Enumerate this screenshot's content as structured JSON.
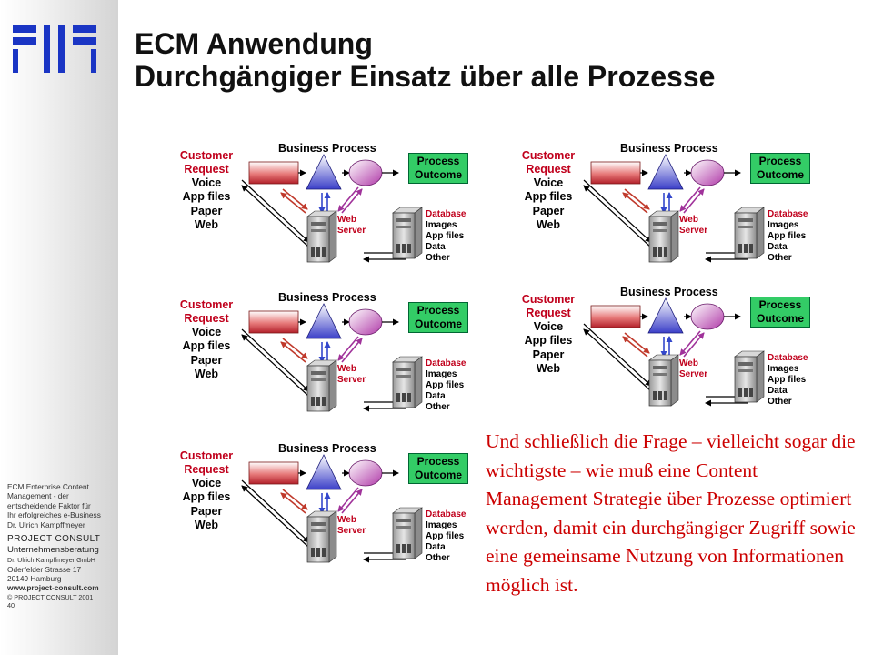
{
  "slide": {
    "title_line1": "ECM Anwendung",
    "title_line2": "Durchgängiger Einsatz über alle Prozesse",
    "quote": "Und schließlich die Frage – vielleicht sogar die wichtigste – wie muß eine Content Management Strategie über Prozesse optimiert werden, damit ein durchgängiger Zugriff sowie eine gemeinsame Nutzung von Informationen möglich ist.",
    "colors": {
      "title": "#111111",
      "quote": "#cc0000",
      "logo": "#1a35c4",
      "outcome_box": "#33cc66",
      "label_red": "#c0001c"
    }
  },
  "sidebar": {
    "line1": "ECM Enterprise Content",
    "line2": "Management - der",
    "line3": "entscheidende Faktor für",
    "line4": "Ihr erfolgreiches e-Business",
    "line5": "Dr. Ulrich Kampffmeyer",
    "company": "PROJECT CONSULT",
    "company_sub": "Unternehmensberatung",
    "company_legal": "Dr. Ulrich Kampffmeyer GmbH",
    "street": "Oderfelder Strasse 17",
    "city": "20149 Hamburg",
    "url": "www.project-consult.com",
    "copyright": "© PROJECT CONSULT 2001",
    "page": "40"
  },
  "diagram": {
    "customer": "Customer",
    "request": "Request",
    "voice": "Voice",
    "app_files": "App files",
    "paper": "Paper",
    "web": "Web",
    "business_process": "Business Process",
    "process": "Process",
    "outcome": "Outcome",
    "web_label": "Web",
    "server": "Server",
    "database": "Database",
    "images": "Images",
    "app_files_db": "App files",
    "data": "Data",
    "other": "Other",
    "icons": [
      "request-bar-icon",
      "process-triangle-icon",
      "outcome-ellipse-icon",
      "web-server-icon",
      "database-server-icon"
    ]
  }
}
